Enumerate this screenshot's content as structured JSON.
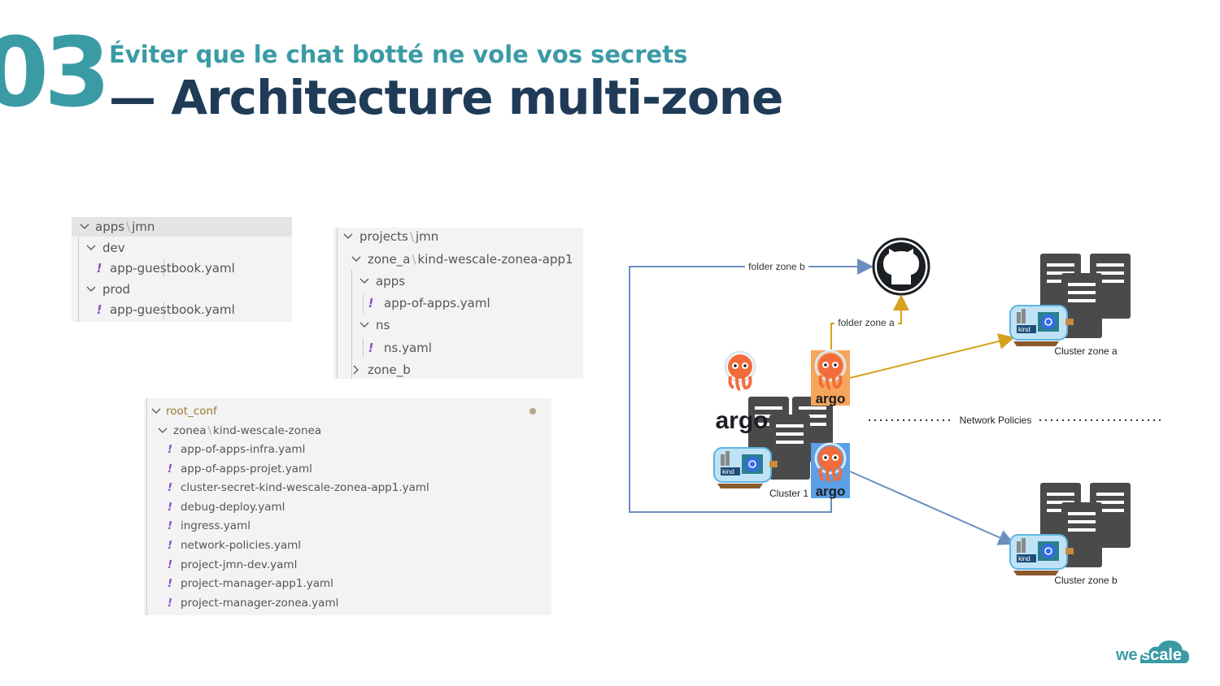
{
  "header": {
    "number": "03",
    "subtitle": "Éviter que le chat botté ne vole vos secrets",
    "title": "— Architecture multi-zone"
  },
  "tree_apps": {
    "root": "apps",
    "root_sep": "\\",
    "root_tail": "jmn",
    "items": [
      {
        "label": "dev",
        "type": "folder"
      },
      {
        "label": "app-guestbook.yaml",
        "type": "file"
      },
      {
        "label": "prod",
        "type": "folder"
      },
      {
        "label": "app-guestbook.yaml",
        "type": "file"
      }
    ]
  },
  "tree_projects": {
    "root": "projects",
    "root_tail": "jmn",
    "zone_a": "zone_a",
    "zone_a_tail": "kind-wescale-zonea-app1",
    "apps": "apps",
    "apps_file": "app-of-apps.yaml",
    "ns": "ns",
    "ns_file": "ns.yaml",
    "zone_b": "zone_b"
  },
  "tree_root_conf": {
    "root": "root_conf",
    "zone": "zonea",
    "zone_tail": "kind-wescale-zonea",
    "files": [
      "app-of-apps-infra.yaml",
      "app-of-apps-projet.yaml",
      "cluster-secret-kind-wescale-zonea-app1.yaml",
      "debug-deploy.yaml",
      "ingress.yaml",
      "network-policies.yaml",
      "project-jmn-dev.yaml",
      "project-manager-app1.yaml",
      "project-manager-zonea.yaml"
    ]
  },
  "diagram": {
    "folder_zone_b": "folder zone b",
    "folder_zone_a": "folder zone a",
    "network_policies": "Network Policies",
    "cluster_1": "Cluster 1",
    "cluster_zone_a": "Cluster zone a",
    "cluster_zone_b": "Cluster zone b",
    "argo": "argo",
    "kind": "kind",
    "colors": {
      "blue_arrow": "#6c8ebf",
      "orange_arrow": "#d6a11e",
      "argo_orange_bg": "#f7a55c",
      "argo_blue_bg": "#5b9fe6"
    }
  },
  "brand": {
    "logo_we": "we",
    "logo_scale": "scale",
    "accent": "#3a9ba5",
    "title_color": "#1f3b57"
  }
}
